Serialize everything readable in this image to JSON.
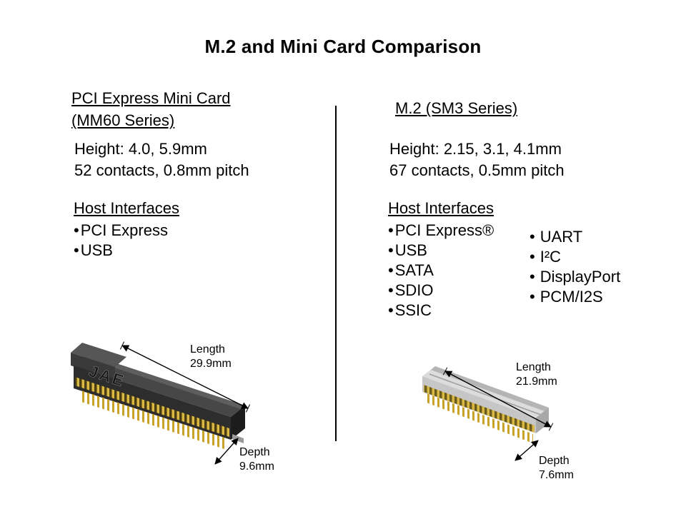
{
  "title": "M.2 and Mini Card Comparison",
  "mini_card": {
    "heading_line1": "PCI Express Mini Card",
    "heading_line2": "(MM60 Series)",
    "height_spec": "Height: 4.0, 5.9mm",
    "contacts_spec": "52 contacts, 0.8mm pitch",
    "host_interfaces_label": "Host Interfaces",
    "interfaces": [
      "PCI Express",
      "USB"
    ],
    "brand": "JAE",
    "length": {
      "label": "Length",
      "value": "29.9mm"
    },
    "depth": {
      "label": "Depth",
      "value": "9.6mm"
    }
  },
  "m2": {
    "heading": "M.2 (SM3 Series)",
    "height_spec": "Height: 2.15, 3.1, 4.1mm",
    "contacts_spec": "67 contacts, 0.5mm pitch",
    "host_interfaces_label": "Host Interfaces",
    "interfaces_col1": [
      "PCI Express®",
      "USB",
      "SATA",
      "SDIO",
      "SSIC"
    ],
    "interfaces_col2": [
      "UART",
      "I²C",
      "DisplayPort",
      "PCM/I2S"
    ],
    "length": {
      "label": "Length",
      "value": "21.9mm"
    },
    "depth": {
      "label": "Depth",
      "value": "7.6mm"
    }
  },
  "colors": {
    "contact_gold": "#d9b844",
    "pin_gold": "#c9a227",
    "mini_card_body": "#474747",
    "m2_body": "#dcdcdc"
  }
}
